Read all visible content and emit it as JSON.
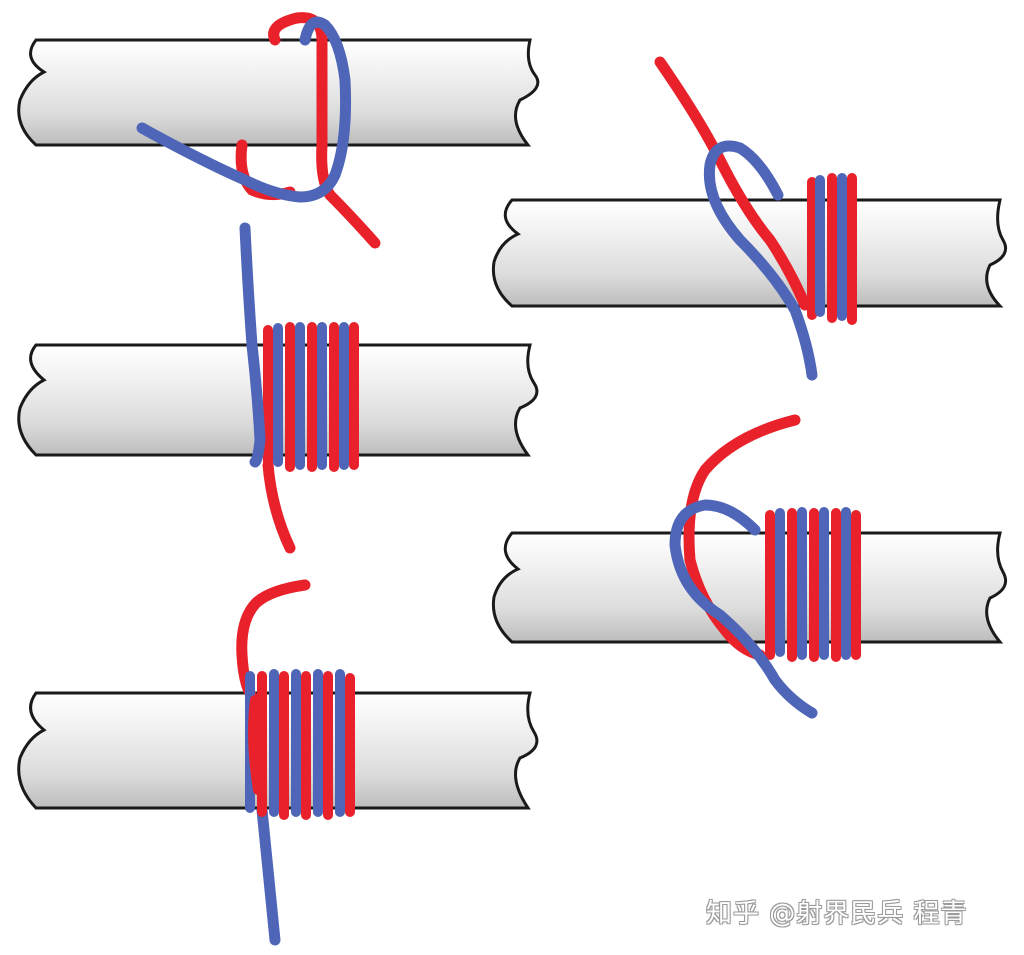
{
  "watermark": {
    "text": "知乎 @射界民兵 程青"
  },
  "colors": {
    "rope_red": "#e8212b",
    "rope_blue": "#4f66b8",
    "pipe_outline": "#1a1a1a",
    "pipe_light": "#f7f7f7",
    "pipe_dark": "#c9c9c9"
  },
  "steps": [
    {
      "name": "step-1-loop-around-pipe"
    },
    {
      "name": "step-2-wraps-begun"
    },
    {
      "name": "step-3-many-wraps"
    },
    {
      "name": "step-4-wraps-complete"
    },
    {
      "name": "step-5-ends-crossed"
    }
  ]
}
